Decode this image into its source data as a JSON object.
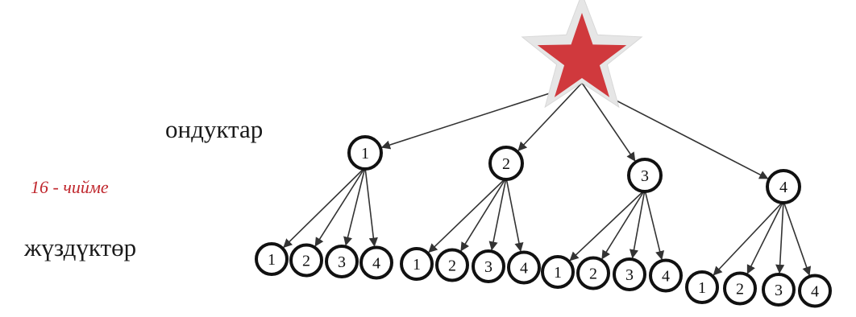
{
  "labels": {
    "tens": "ондуктар",
    "figure": "16 - чийме",
    "hundreds": "жүздүктөр"
  },
  "tree": {
    "root": "star-icon",
    "level1": [
      "1",
      "2",
      "3",
      "4"
    ],
    "level2": [
      [
        "1",
        "2",
        "3",
        "4"
      ],
      [
        "1",
        "2",
        "3",
        "4"
      ],
      [
        "1",
        "2",
        "3",
        "4"
      ],
      [
        "1",
        "2",
        "3",
        "4"
      ]
    ]
  },
  "colors": {
    "star_fill": "#d0393d",
    "star_outline": "#e6e6e6",
    "figure_label": "#c0272d"
  }
}
